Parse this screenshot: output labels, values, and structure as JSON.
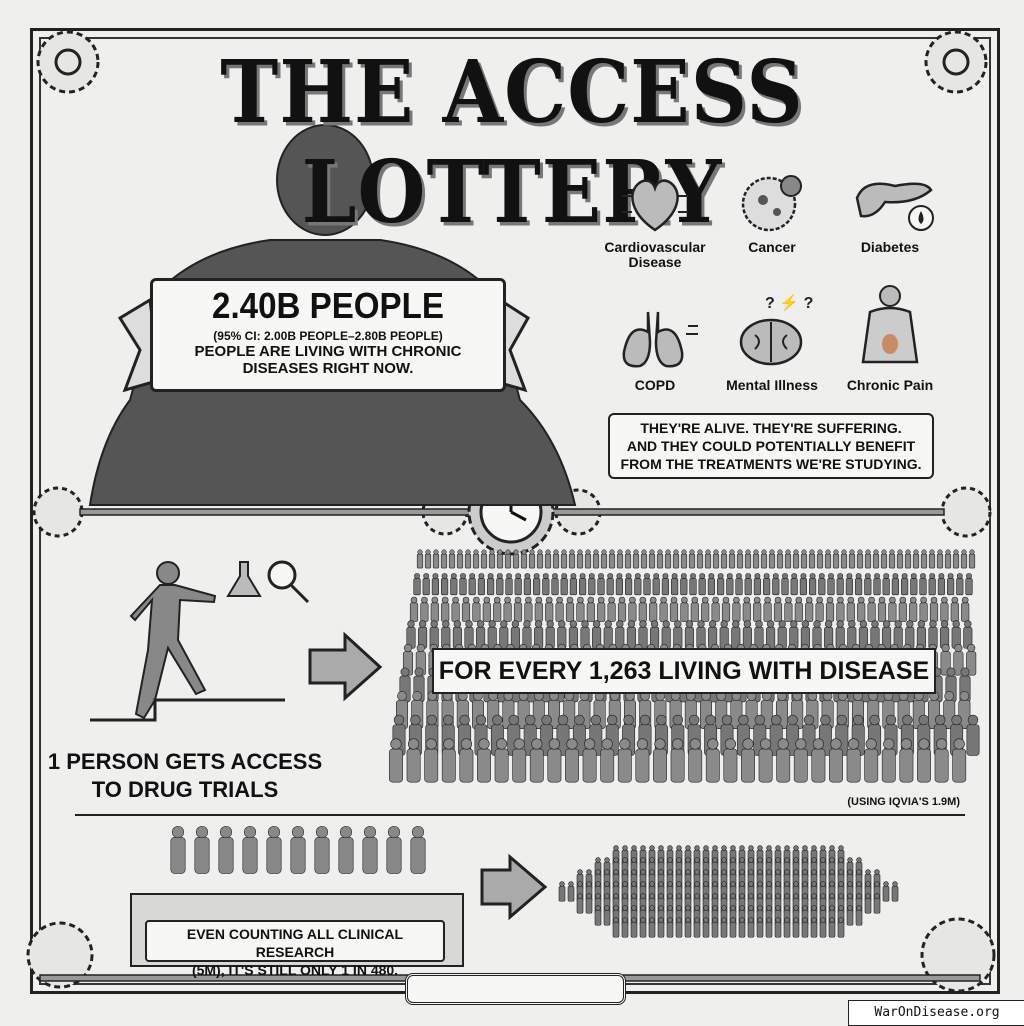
{
  "title": "THE ACCESS LOTTERY",
  "banner": {
    "headline": "2.40B PEOPLE",
    "confidence_interval": "(95% CI: 2.00B PEOPLE–2.80B PEOPLE)",
    "subtext_line1": "PEOPLE ARE LIVING WITH CHRONIC",
    "subtext_line2": "DISEASES RIGHT NOW."
  },
  "diseases": [
    {
      "label": "Cardiovascular Disease",
      "icon": "heart-icon"
    },
    {
      "label": "Cancer",
      "icon": "cancer-cell-icon"
    },
    {
      "label": "Diabetes",
      "icon": "pancreas-icon"
    },
    {
      "label": "COPD",
      "icon": "lungs-icon"
    },
    {
      "label": "Mental Illness",
      "icon": "brain-icon"
    },
    {
      "label": "Chronic Pain",
      "icon": "back-pain-icon"
    }
  ],
  "caption": {
    "line1": "THEY'RE ALIVE. THEY'RE SUFFERING.",
    "line2": "AND THEY COULD POTENTIALLY BENEFIT",
    "line3": "FROM THE TREATMENTS WE'RE STUDYING."
  },
  "middle": {
    "crowd_label": "FOR EVERY 1,263 LIVING WITH DISEASE",
    "access_line1": "1 PERSON GETS ACCESS",
    "access_line2": "TO DRUG TRIALS",
    "source_note": "(USING IQVIA'S 1.9M)"
  },
  "bottom": {
    "line1": "EVEN COUNTING ALL CLINICAL RESEARCH",
    "line2": "(5M), IT'S STILL ONLY 1 IN 480."
  },
  "watermark": "WarOnDisease.org"
}
